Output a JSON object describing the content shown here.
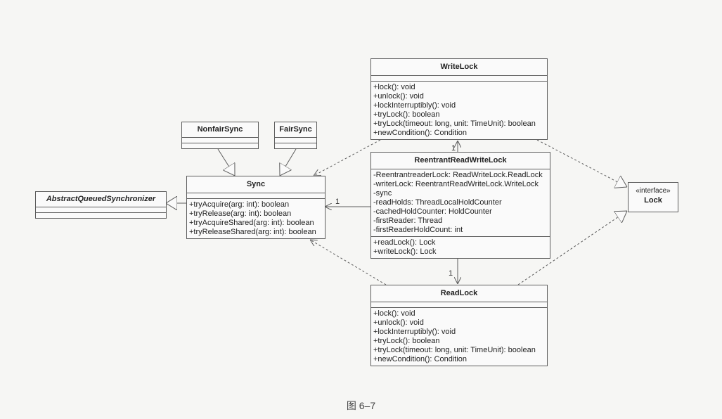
{
  "classes": {
    "write_lock": {
      "name": "WriteLock",
      "methods": [
        "+lock(): void",
        "+unlock(): void",
        "+lockInterruptibly(): void",
        "+tryLock(): boolean",
        "+tryLock(timeout: long, unit: TimeUnit): boolean",
        "+newCondition(): Condition"
      ]
    },
    "nonfair_sync": {
      "name": "NonfairSync"
    },
    "fair_sync": {
      "name": "FairSync"
    },
    "sync": {
      "name": "Sync",
      "methods": [
        "+tryAcquire(arg: int): boolean",
        "+tryRelease(arg: int): boolean",
        "+tryAcquireShared(arg: int): boolean",
        "+tryReleaseShared(arg: int): boolean"
      ]
    },
    "aqs": {
      "name": "AbstractQueuedSynchronizer"
    },
    "rrwl": {
      "name": "ReentrantReadWriteLock",
      "attributes": [
        "-ReentrantreaderLock: ReadWriteLock.ReadLock",
        "-writerLock: ReentrantReadWriteLock.WriteLock",
        "-sync",
        "-readHolds: ThreadLocalHoldCounter",
        "-cachedHoldCounter: HoldCounter",
        "-firstReader: Thread",
        "-firstReaderHoldCount: int"
      ],
      "methods": [
        "+readLock(): Lock",
        "+writeLock(): Lock"
      ]
    },
    "read_lock": {
      "name": "ReadLock",
      "methods": [
        "+lock(): void",
        "+unlock(): void",
        "+lockInterruptibly(): void",
        "+tryLock(): boolean",
        "+tryLock(timeout: long, unit: TimeUnit): boolean",
        "+newCondition(): Condition"
      ]
    },
    "lock": {
      "stereotype": "«interface»",
      "name": "Lock"
    }
  },
  "multiplicities": {
    "to_sync": "1",
    "to_write_lock": "1",
    "to_read_lock": "1"
  },
  "caption": "图 6–7",
  "colors": {
    "background": "#f6f6f4",
    "box_fill": "#fafafa",
    "border": "#5c5c5c",
    "text": "#222222"
  }
}
